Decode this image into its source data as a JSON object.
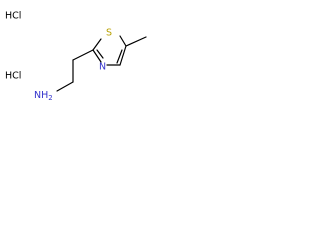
{
  "molecule": {
    "salt_labels": [
      "HCl",
      "HCl"
    ],
    "atom_labels": {
      "sulfur": "S",
      "nitrogen_ring": "N",
      "amine": "NH",
      "amine_subscript": "2"
    },
    "colors": {
      "bond": "#000000",
      "carbon_text": "#000000",
      "nitrogen": "#3333cc",
      "sulfur": "#b8a000",
      "background": "#ffffff"
    }
  }
}
